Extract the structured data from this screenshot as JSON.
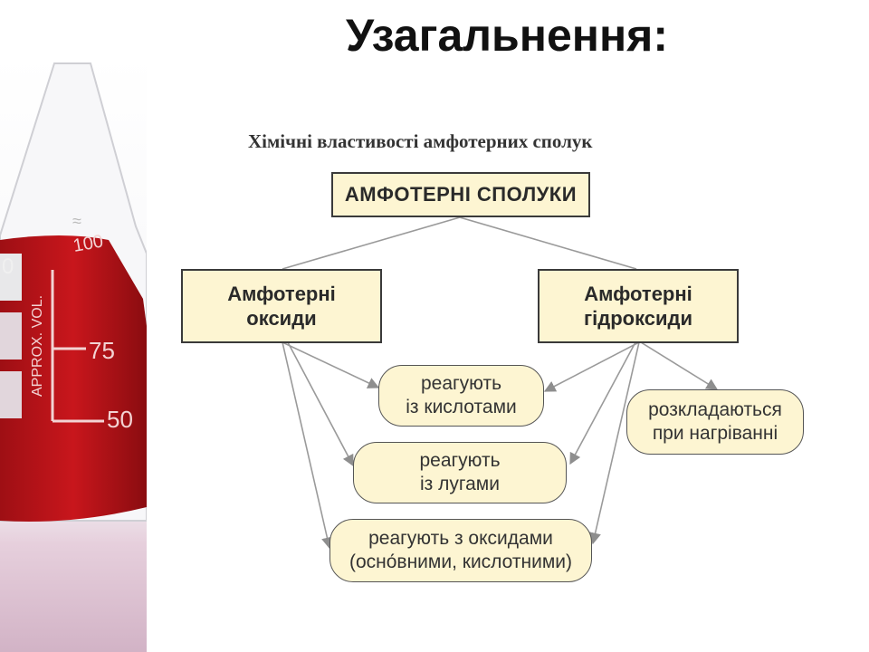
{
  "slide": {
    "title": "Узагальнення:"
  },
  "photo": {
    "icon": "flask-icon",
    "liquid_color": "#c0141a",
    "scale_top": "100",
    "scale_label": "APPROX. VOL.",
    "tick_75": "75",
    "tick_50": "50",
    "symbol": "≈",
    "edge_text": "0"
  },
  "diagram": {
    "heading": "Хімічні властивості амфотерних сполук",
    "root": "АМФОТЕРНІ СПОЛУКИ",
    "oxides": "Амфотерні\nоксиди",
    "hydroxides": "Амфотерні\nгідроксиди",
    "r_acids": "реагують\nіз кислотами",
    "r_alkalis": "реагують\nіз лугами",
    "r_oxides": "реагують з оксидами\n(осно́вними, кислотними)",
    "r_heat": "розкладаються\nпри нагріванні",
    "box_fill": "#fdf5d2",
    "line_color": "#9a9a9a"
  }
}
